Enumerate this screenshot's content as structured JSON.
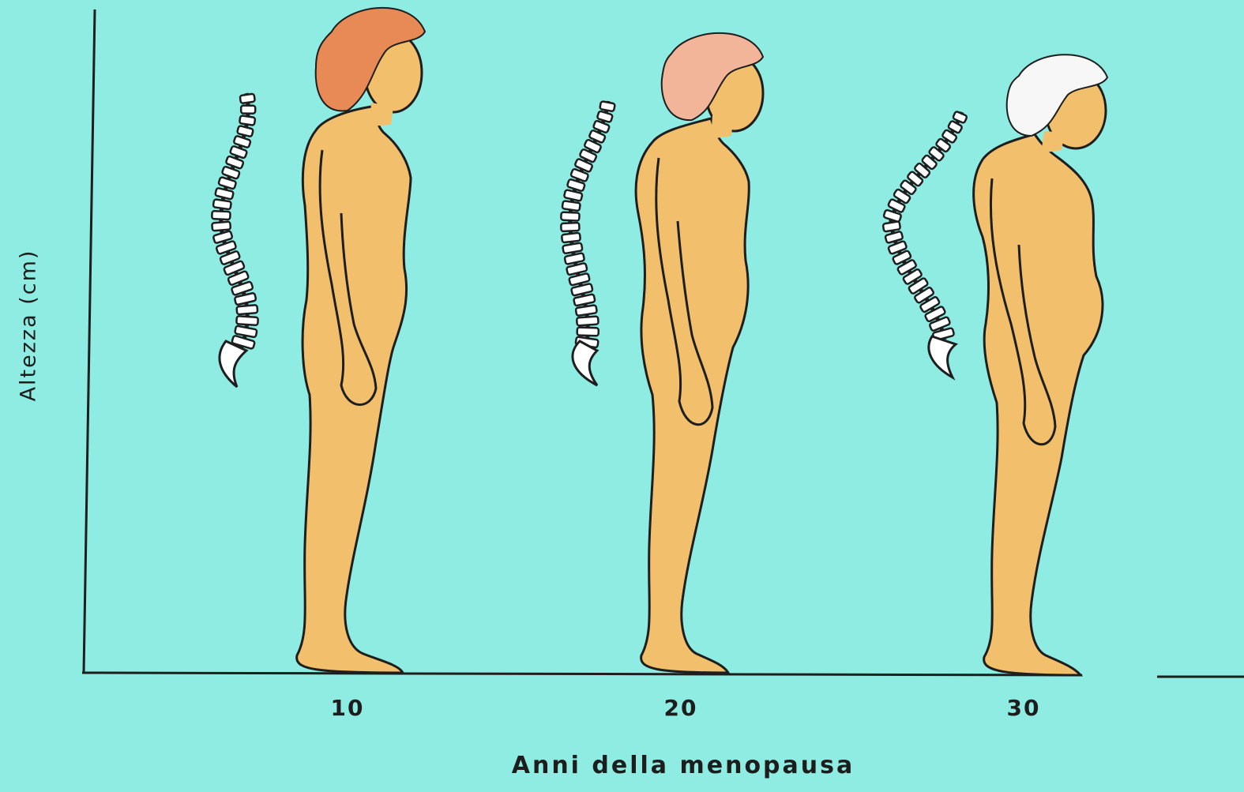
{
  "axes": {
    "x_label": "Anni della menopausa",
    "y_label": "Altezza (cm)",
    "x_ticks": [
      "10",
      "20",
      "30"
    ]
  },
  "figures": [
    {
      "years": "10",
      "hair": "orange-red",
      "hair_color": "#e88a55",
      "spine_shape": "upright"
    },
    {
      "years": "20",
      "hair": "pink",
      "hair_color": "#f2b59a",
      "spine_shape": "slightly-curved"
    },
    {
      "years": "30",
      "hair": "white",
      "hair_color": "#f7f7f7",
      "spine_shape": "kyphotic"
    }
  ],
  "colors": {
    "background": "#8eece2",
    "skin": "#f2c06d",
    "outline": "#1e1e1e"
  }
}
